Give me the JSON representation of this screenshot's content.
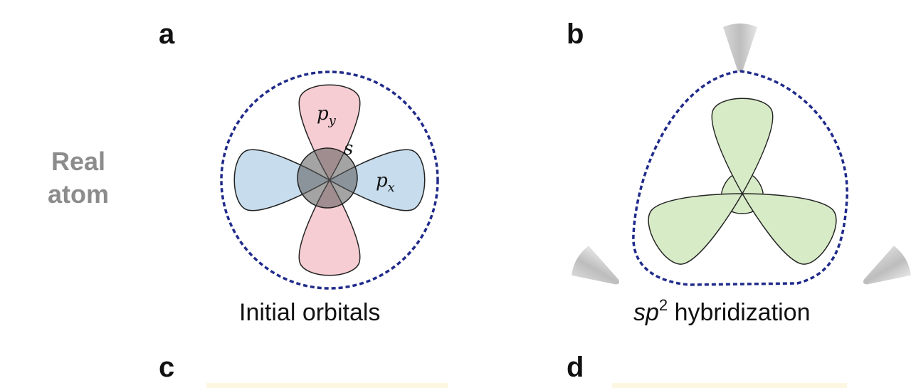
{
  "panels": {
    "a": {
      "letter": "a",
      "caption": "Initial orbitals"
    },
    "b": {
      "letter": "b",
      "caption_italic": "sp",
      "caption_sup": "2",
      "caption_rest": " hybridization"
    },
    "c": {
      "letter": "c"
    },
    "d": {
      "letter": "d"
    }
  },
  "row_label": {
    "line1": "Real",
    "line2": "atom"
  },
  "orbital_labels": {
    "py_base": "p",
    "py_sub": "y",
    "px_base": "p",
    "px_sub": "x",
    "s": "s"
  },
  "colors": {
    "boundary": "#1f2a8a",
    "p_y": "#f6cdd3",
    "p_x": "#c7dcec",
    "s": "#6e6e6e",
    "sp2": "#d7ebc7",
    "row_label": "#8c8c8c"
  }
}
